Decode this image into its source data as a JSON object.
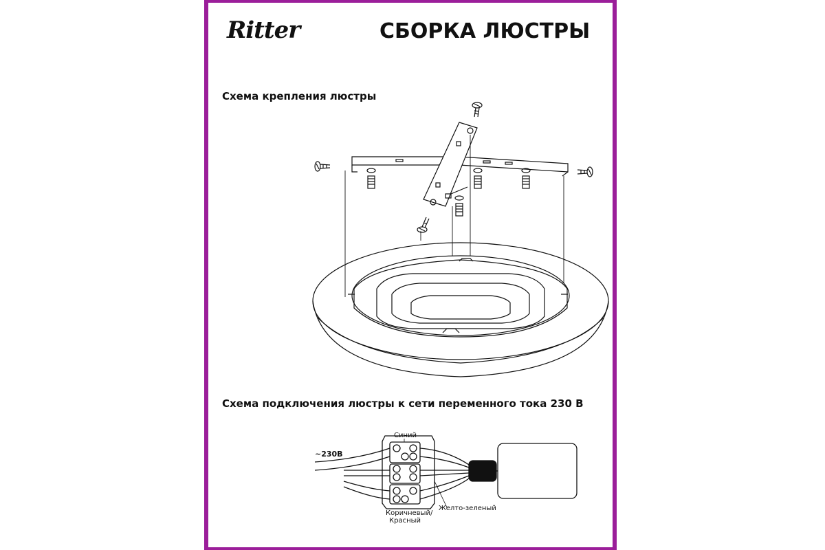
{
  "header": {
    "logo_text": "Ritter",
    "title": "СБОРКА ЛЮСТРЫ"
  },
  "sections": {
    "mounting_title": "Схема крепления люстры",
    "wiring_title": "Схема подключения люстры к сети переменного тока 230 В"
  },
  "wiring": {
    "voltage_label": "~230В",
    "blue_label": "Синий",
    "brown_label": "Коричневый/",
    "red_label": "Красный",
    "ground_label": "Желто-зеленый"
  },
  "colors": {
    "frame": "#9B1E9A",
    "ink": "#111111"
  }
}
